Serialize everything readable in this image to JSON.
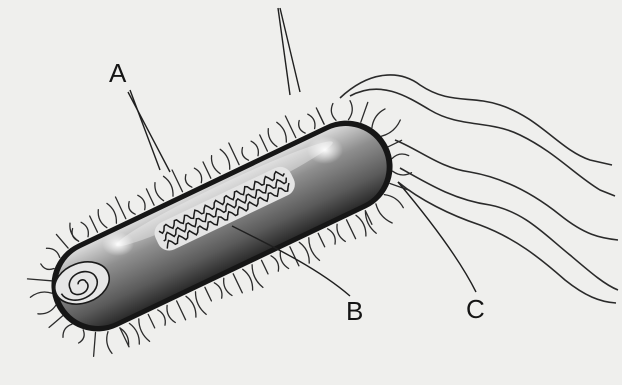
{
  "diagram": {
    "labels": {
      "a": "A",
      "b": "B",
      "c": "C"
    },
    "colors": {
      "background": "#efefed",
      "cell_body": "#6f6f6f",
      "outline": "#141414"
    }
  }
}
